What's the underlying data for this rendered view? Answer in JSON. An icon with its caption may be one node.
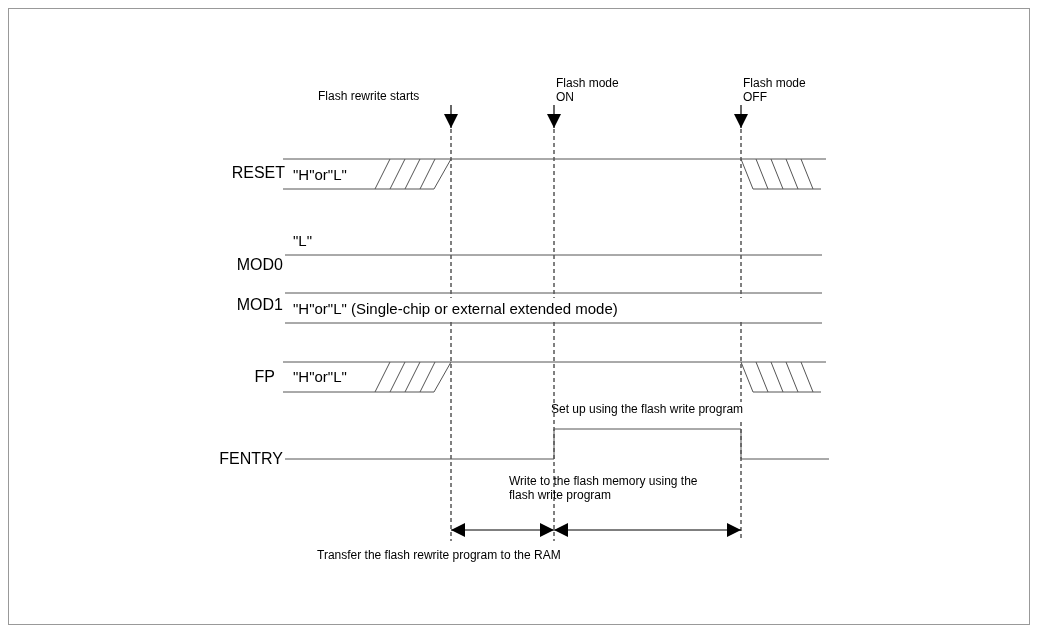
{
  "diagram": {
    "labels": [
      "Flash rewrite starts",
      "Flash mode ON",
      "Flash mode OFF",
      "RESET",
      "\"H\"or\"L\"",
      "MOD0",
      "\"L\"",
      "MOD1",
      "\"H\"or\"L\" (Single-chip or external extended mode)",
      "FP",
      "\"H\"or\"L\"",
      "Set up using the flash write program",
      "FENTRY",
      "Write to the flash memory using the flash write program",
      "Transfer the flash rewrite program to the RAM"
    ]
  }
}
